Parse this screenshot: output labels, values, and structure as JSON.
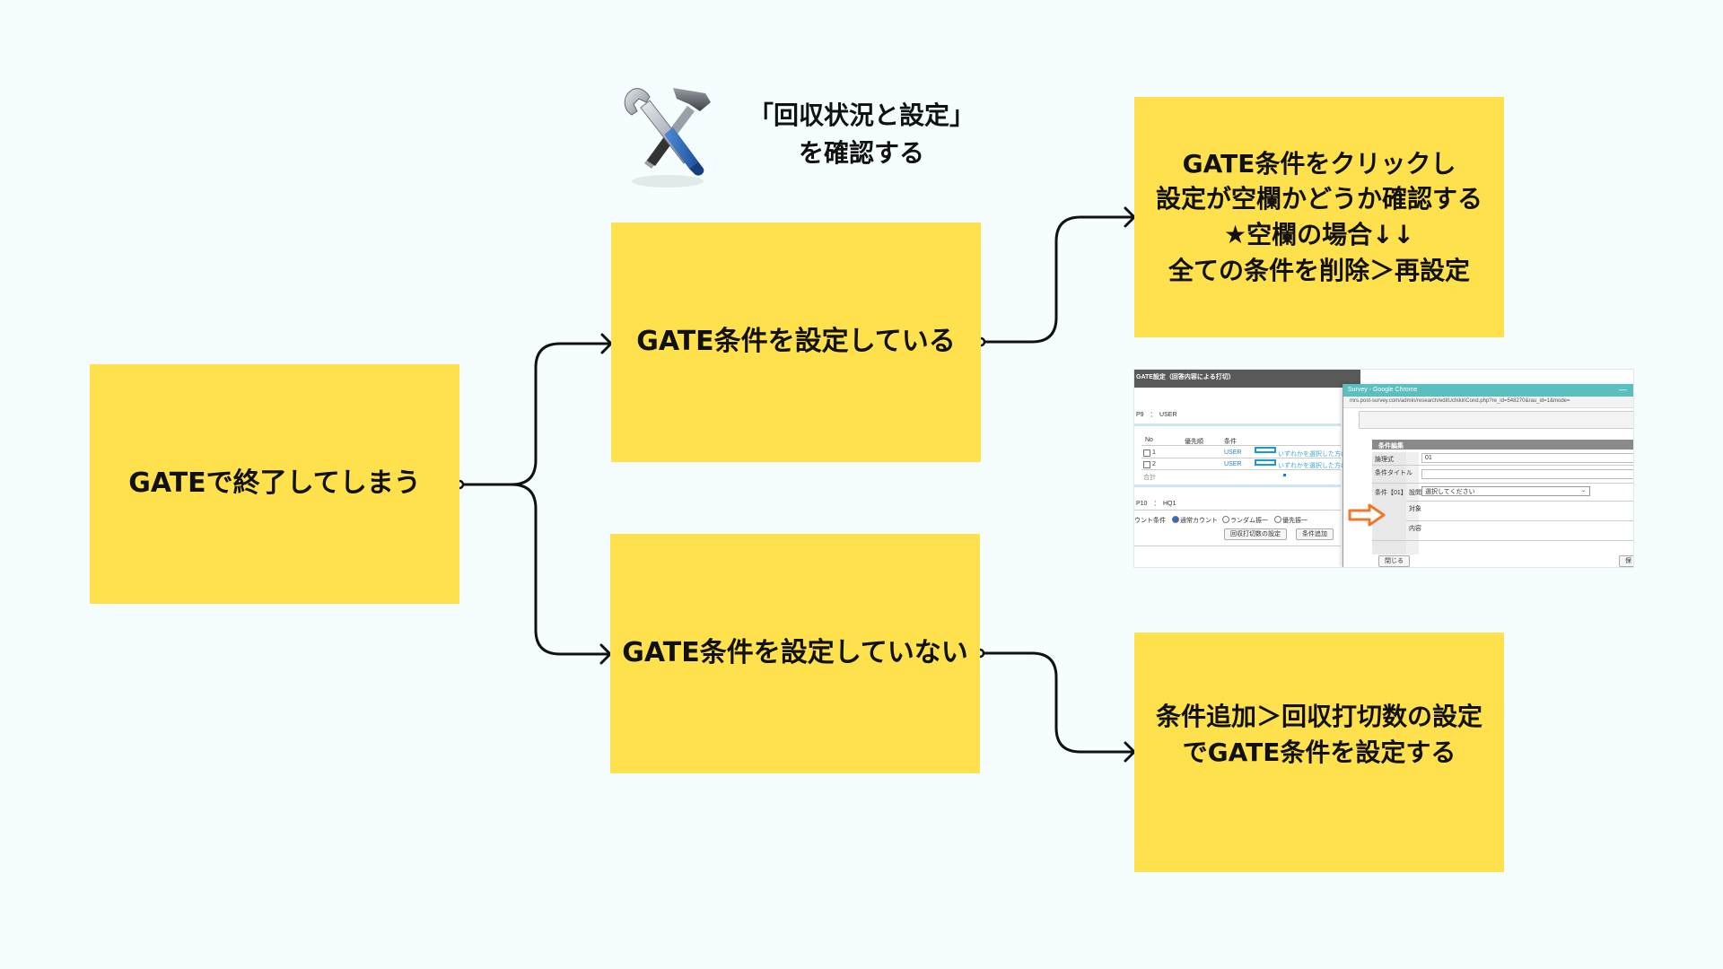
{
  "caption": {
    "line1": "「回収状況と設定」",
    "line2": "を確認する",
    "icon": "tools-icon"
  },
  "nodes": {
    "root": "GATEで終了してしまう",
    "configured": "GATE条件を設定している",
    "not_configured": "GATE条件を設定していない",
    "check": {
      "line1": "GATE条件をクリックし",
      "line2": "設定が空欄かどうか確認する",
      "line3": "★空欄の場合↓↓",
      "line4": "全ての条件を削除＞再設定"
    },
    "add": {
      "line1": "条件追加＞回収打切数の設定",
      "line2": "でGATE条件を設定する"
    }
  },
  "colors": {
    "note": "#ffe14d",
    "background": "#f5fdfe",
    "line": "#111111",
    "chrome_bar": "#5bbfbf",
    "highlight_box": "#1a9bd0",
    "arrow": "#f07828"
  },
  "screenshot": {
    "left_header": "GATE設定（回答内容による打切）",
    "p9": "P9　：　USER",
    "col_no": "No",
    "col_priority": "優先順",
    "col_condition": "条件",
    "row1_no": "1",
    "row2_no": "2",
    "row_link": "USER",
    "row_text": "いずれかを選択した方の",
    "total": "合計",
    "p10": "P10　：　HQ1",
    "count_label": "ウント条件",
    "radio1": "通常カウント",
    "radio2": "ランダム振一",
    "radio3": "優先振一",
    "btn_cutoff": "回収打切数の設定",
    "btn_add": "条件追加",
    "window_title": "Survey - Google Chrome",
    "url": "mrs.post-survey.com/admin/research/editUchikiriCond.php?re_id=548270&rau_id=1&mode=",
    "panel_title": "条件編集",
    "label_formula": "論理式",
    "formula_value": "01",
    "label_title": "条件タイトル",
    "label_cond": "条件【01】",
    "label_setting": "設問",
    "select_placeholder": "選択してください",
    "label_target": "対象",
    "label_content": "内容",
    "btn_close": "閉じる",
    "btn_save": "保存"
  }
}
